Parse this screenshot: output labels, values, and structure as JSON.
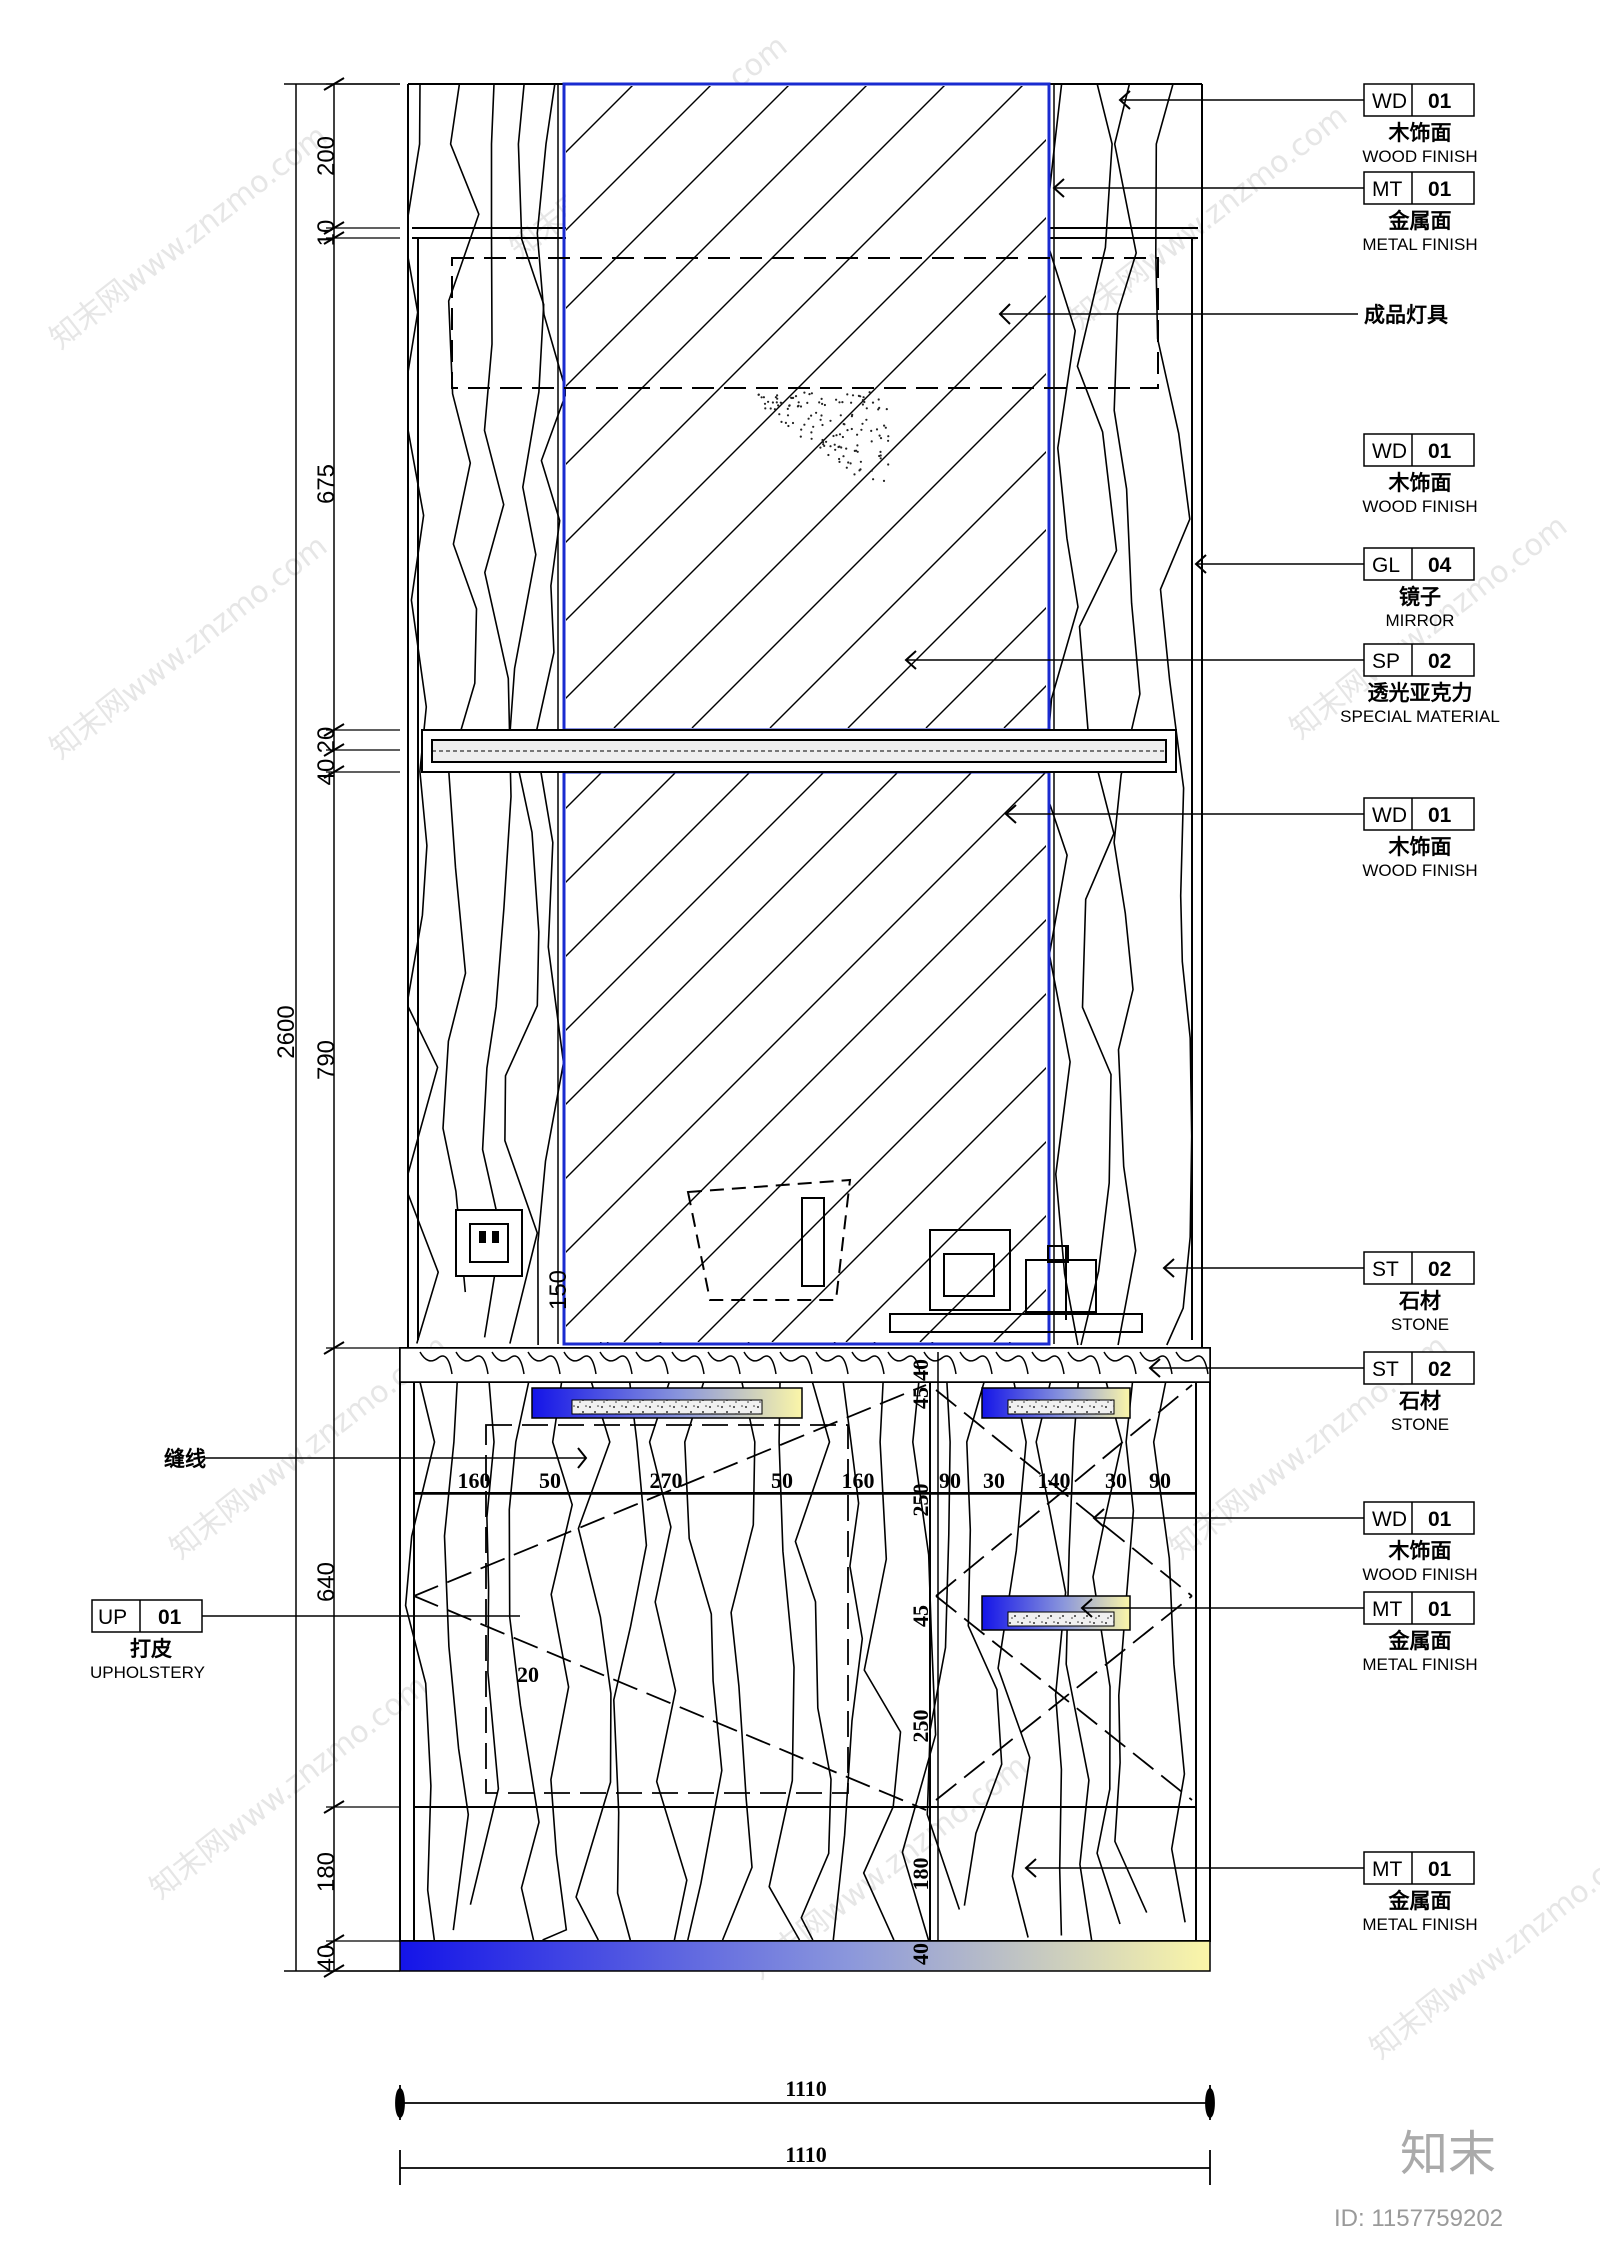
{
  "vertical_dims_outer": "2600",
  "vertical_dims": [
    "200",
    "10",
    "675",
    "40",
    "20",
    "790",
    "150",
    "640",
    "180",
    "40"
  ],
  "inner_dims": [
    "40",
    "45",
    "250",
    "45",
    "250",
    "180",
    "40",
    "20"
  ],
  "horizontal_dims": [
    "160",
    "50",
    "270",
    "50",
    "160",
    "90",
    "30",
    "140",
    "30",
    "90"
  ],
  "width_dims": [
    "1110",
    "1110"
  ],
  "left_labels": {
    "seam": "缝线",
    "up_code": "UP",
    "up_num": "01",
    "up_cn": "打皮",
    "up_en": "UPHOLSTERY"
  },
  "light_label": "成品灯具",
  "tags": [
    {
      "code": "WD",
      "num": "01",
      "cn": "木饰面",
      "en": "WOOD FINISH"
    },
    {
      "code": "MT",
      "num": "01",
      "cn": "金属面",
      "en": "METAL FINISH"
    },
    {
      "code": "WD",
      "num": "01",
      "cn": "木饰面",
      "en": "WOOD FINISH"
    },
    {
      "code": "GL",
      "num": "04",
      "cn": "镜子",
      "en": "MIRROR"
    },
    {
      "code": "SP",
      "num": "02",
      "cn": "透光亚克力",
      "en": "SPECIAL MATERIAL"
    },
    {
      "code": "WD",
      "num": "01",
      "cn": "木饰面",
      "en": "WOOD FINISH"
    },
    {
      "code": "ST",
      "num": "02",
      "cn": "石材",
      "en": "STONE"
    },
    {
      "code": "ST",
      "num": "02",
      "cn": "石材",
      "en": "STONE"
    },
    {
      "code": "WD",
      "num": "01",
      "cn": "木饰面",
      "en": "WOOD FINISH"
    },
    {
      "code": "MT",
      "num": "01",
      "cn": "金属面",
      "en": "METAL FINISH"
    },
    {
      "code": "MT",
      "num": "01",
      "cn": "金属面",
      "en": "METAL FINISH"
    }
  ],
  "watermark": {
    "text": "知末网www.znzmo.com",
    "logo": "知末",
    "id": "ID: 1157759202"
  },
  "colors": {
    "line": "#000000",
    "mirror_frame": "#1a2bd0",
    "gradient_blue": "#1a1ae6",
    "gradient_yellow": "#f7f0a0",
    "watermark": "#c8c8c8"
  }
}
